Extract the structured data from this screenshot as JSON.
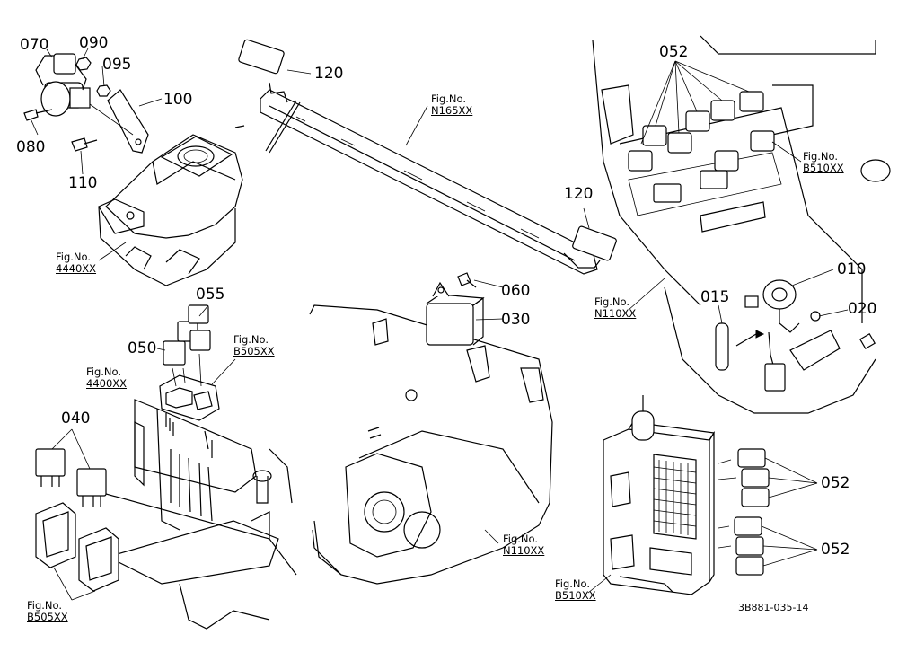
{
  "callouts": {
    "p070": "070",
    "p090": "090",
    "p095": "095",
    "p080": "080",
    "p100": "100",
    "p110": "110",
    "p120a": "120",
    "p120b": "120",
    "p052a": "052",
    "p052b": "052",
    "p052c": "052",
    "p055": "055",
    "p050": "050",
    "p040": "040",
    "p060": "060",
    "p030": "030",
    "p010": "010",
    "p015": "015",
    "p020": "020"
  },
  "figures": {
    "f4440": {
      "prefix": "Fig.No.",
      "ref": "4440XX"
    },
    "n165": {
      "prefix": "Fig.No.",
      "ref": "N165XX"
    },
    "b510a": {
      "prefix": "Fig.No.",
      "ref": "B510XX"
    },
    "n110a": {
      "prefix": "Fig.No.",
      "ref": "N110XX"
    },
    "b505a": {
      "prefix": "Fig.No.",
      "ref": "B505XX"
    },
    "f4400": {
      "prefix": "Fig.No.",
      "ref": "4400XX"
    },
    "b505b": {
      "prefix": "Fig.No.",
      "ref": "B505XX"
    },
    "n110b": {
      "prefix": "Fig.No.",
      "ref": "N110XX"
    },
    "b510b": {
      "prefix": "Fig.No.",
      "ref": "B510XX"
    }
  },
  "drawing_code": "3B881-035-14"
}
